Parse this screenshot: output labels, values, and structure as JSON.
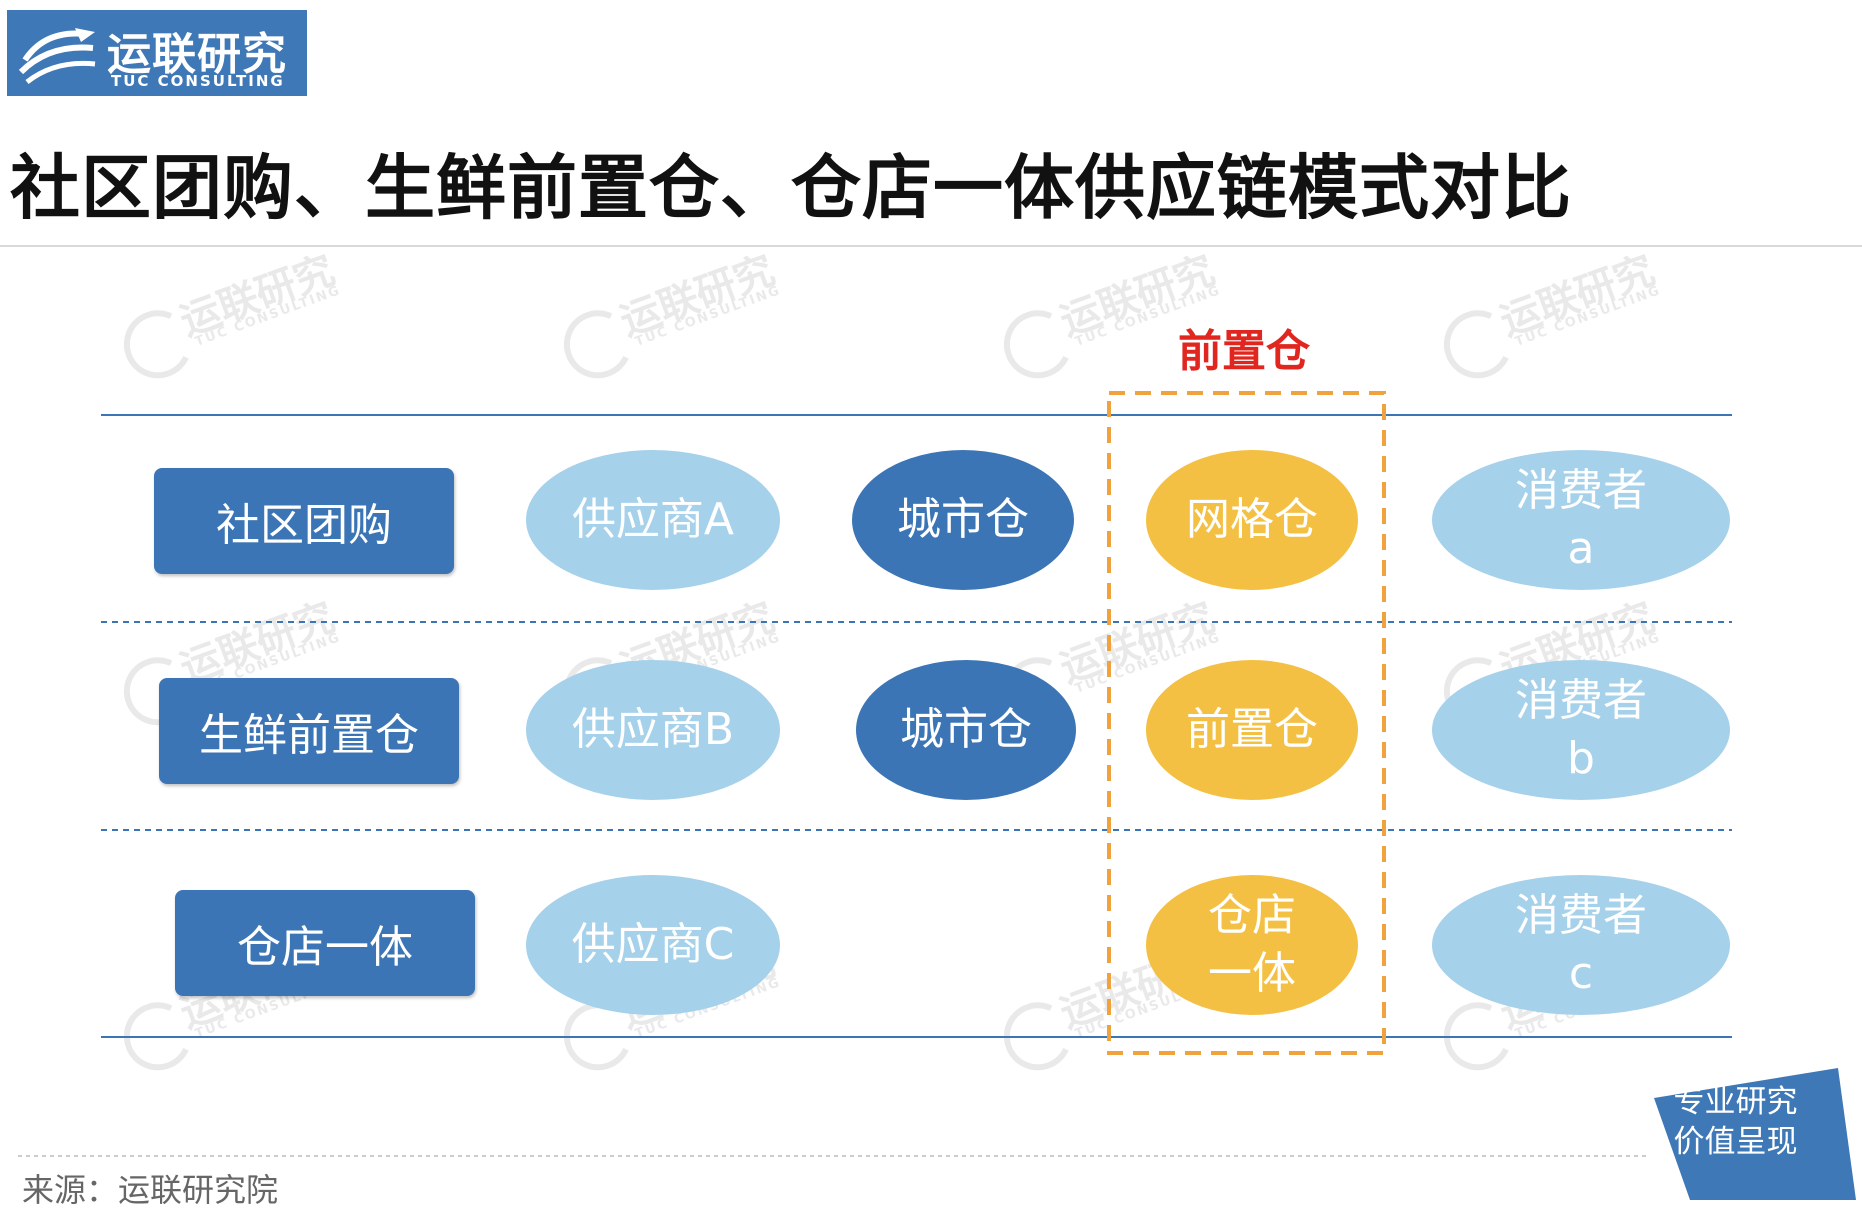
{
  "brand": {
    "name_cn": "运联研究",
    "name_en": "TUC CONSULTING",
    "slogan_line1": "专业研究",
    "slogan_line2": "价值呈现"
  },
  "title": "社区团购、生鲜前置仓、仓店一体供应链模式对比",
  "front_warehouse_caption": "前置仓",
  "rows": [
    {
      "label": "社区团购",
      "supplier": "供应商A",
      "city_warehouse": "城市仓",
      "front_node": "网格仓",
      "consumer": "消费者\na"
    },
    {
      "label": "生鲜前置仓",
      "supplier": "供应商B",
      "city_warehouse": "城市仓",
      "front_node": "前置仓",
      "consumer": "消费者\nb"
    },
    {
      "label": "仓店一体",
      "supplier": "供应商C",
      "city_warehouse": "",
      "front_node": "仓店\n一体",
      "consumer": "消费者\nc"
    }
  ],
  "source": "来源：运联研究院",
  "colors": {
    "brand_blue": "#3f78b6",
    "row_label_blue": "#3c75b5",
    "light_blue": "#a6d1eb",
    "front_yellow": "#f4c043",
    "dashed_orange": "#f0a23c",
    "caption_red": "#e0261e"
  }
}
